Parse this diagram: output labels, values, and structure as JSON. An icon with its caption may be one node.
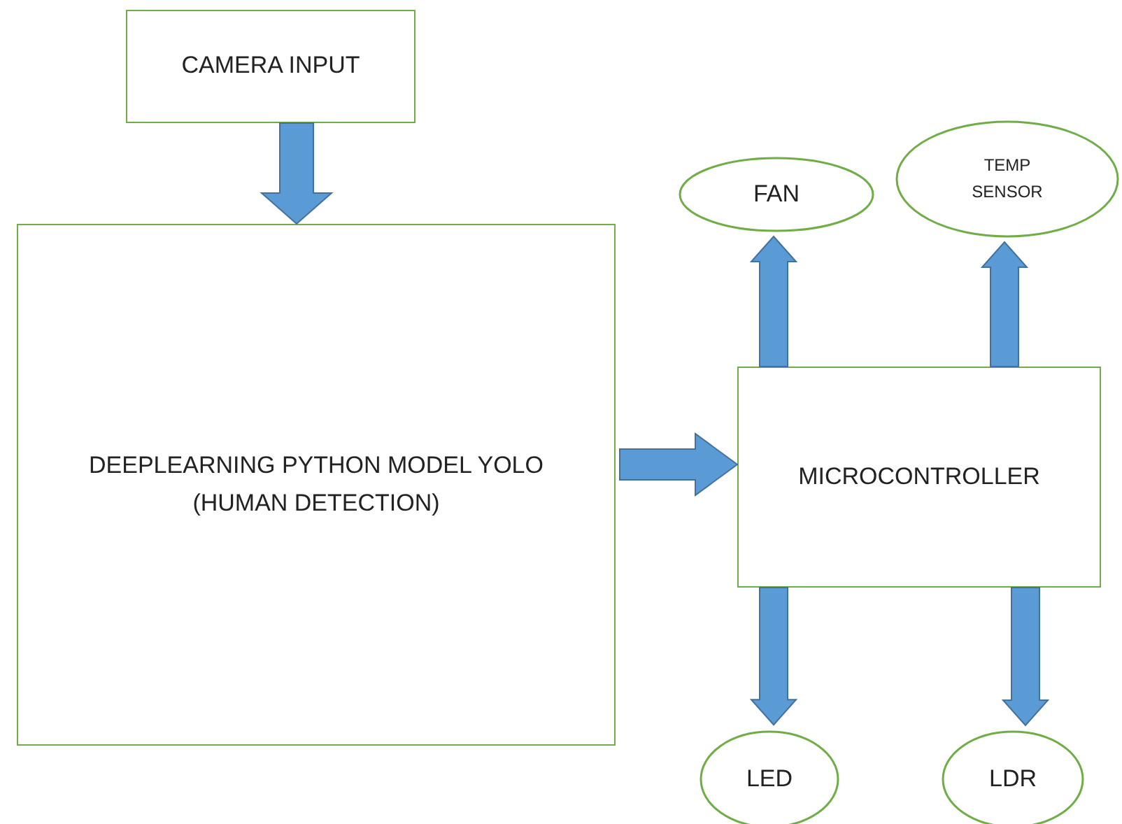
{
  "diagram": {
    "nodes": [
      {
        "text": [
          "CAMERA INPUT"
        ]
      },
      {
        "text": [
          "DEEPLEARNING PYTHON MODEL YOLO (HUMAN DETECTION)"
        ]
      },
      {
        "text": [
          "MICROCONTROLLER"
        ]
      },
      {
        "text": [
          "FAN"
        ]
      },
      {
        "text": [
          "TEMP SENSOR"
        ]
      },
      {
        "text": [
          "LED"
        ]
      },
      {
        "text": [
          "LDR"
        ]
      }
    ],
    "edges": [
      {
        "from": 0,
        "to": 1,
        "arrow": "to"
      },
      {
        "from": 1,
        "to": 2,
        "arrow": "to"
      },
      {
        "from": 2,
        "to": 3,
        "arrow": "to"
      },
      {
        "from": 2,
        "to": 4,
        "arrow": "to"
      },
      {
        "from": 2,
        "to": 5,
        "arrow": "to"
      },
      {
        "from": 2,
        "to": 6,
        "arrow": "to"
      }
    ]
  }
}
